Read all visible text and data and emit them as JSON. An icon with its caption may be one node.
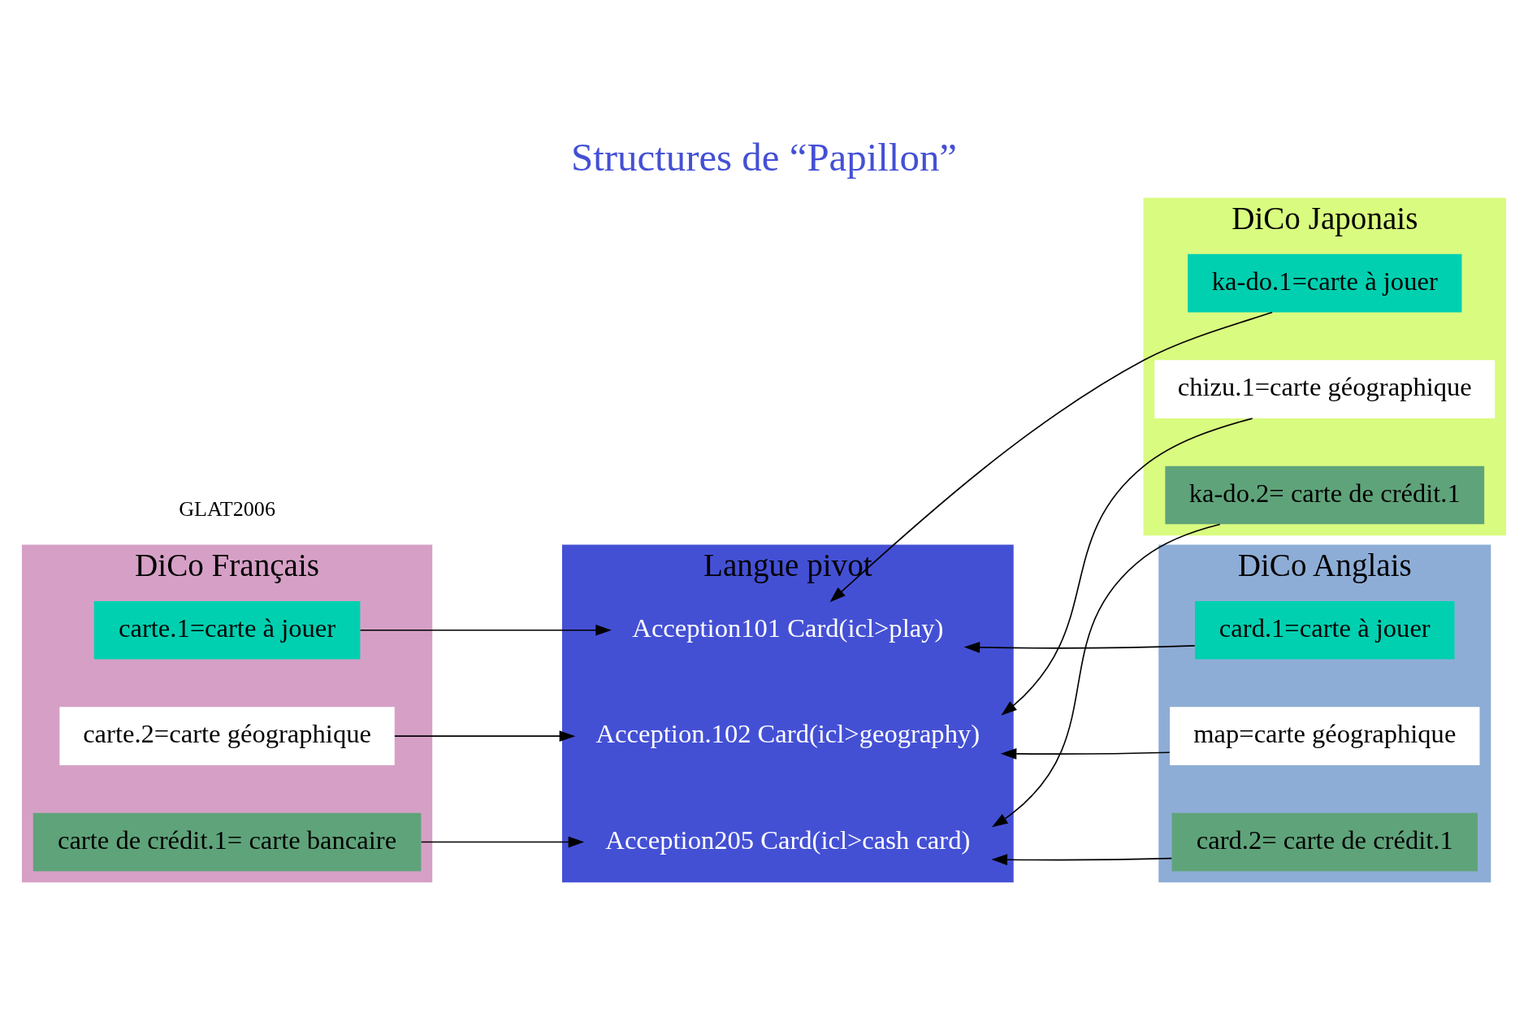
{
  "diagram": {
    "title": "Structures de “Papillon”",
    "nodes": [
      {
        "text": [
          "DiCo Français"
        ]
      },
      {
        "text": [
          "carte.1=carte à jouer"
        ],
        "in": 0
      },
      {
        "text": [
          "carte.2=carte géographique"
        ],
        "in": 0
      },
      {
        "text": [
          "carte de crédit.1= carte bancaire"
        ],
        "in": 0
      },
      {
        "text": [
          "Langue pivot"
        ]
      },
      {
        "text": [
          "Acception101 Card(icl>play)"
        ],
        "in": 4
      },
      {
        "text": [
          "Acception.102 Card(icl>geography)"
        ],
        "in": 4
      },
      {
        "text": [
          "Acception205 Card(icl>cash card)"
        ],
        "in": 4
      },
      {
        "text": [
          "DiCo Japonais"
        ]
      },
      {
        "text": [
          "ka-do.1=carte à jouer"
        ],
        "in": 8
      },
      {
        "text": [
          "chizu.1=carte géographique"
        ],
        "in": 8
      },
      {
        "text": [
          "ka-do.2= carte de crédit.1"
        ],
        "in": 8
      },
      {
        "text": [
          "DiCo Anglais"
        ]
      },
      {
        "text": [
          "card.1=carte à jouer"
        ],
        "in": 12
      },
      {
        "text": [
          "map=carte géographique"
        ],
        "in": 12
      },
      {
        "text": [
          "card.2= carte de crédit.1"
        ],
        "in": 12
      }
    ],
    "edges": [
      {
        "from": 1,
        "to": 5,
        "arrow": "to"
      },
      {
        "from": 2,
        "to": 6,
        "arrow": "to"
      },
      {
        "from": 3,
        "to": 7,
        "arrow": "to"
      },
      {
        "from": 9,
        "to": 5,
        "arrow": "to"
      },
      {
        "from": 10,
        "to": 6,
        "arrow": "to"
      },
      {
        "from": 11,
        "to": 7,
        "arrow": "to"
      },
      {
        "from": 13,
        "to": 5,
        "arrow": "to"
      },
      {
        "from": 14,
        "to": 6,
        "arrow": "to"
      },
      {
        "from": 15,
        "to": 7,
        "arrow": "to"
      }
    ],
    "labels": [
      "GLAT2006"
    ]
  }
}
